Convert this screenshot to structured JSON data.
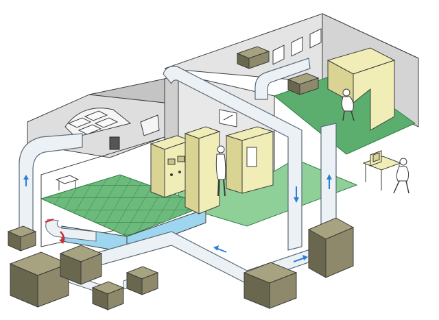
{
  "colors": {
    "background": "#ffffff",
    "wall_light": "#e9e9e9",
    "wall_mid": "#cfcfcf",
    "wall_dark": "#b5b5b5",
    "floor_green": "#5cae6e",
    "floor_green_light": "#8fcf98",
    "floor_edge": "#2f7a44",
    "water_blue": "#9fd6ef",
    "duct_face": "#ecf1f6",
    "duct_side": "#c7d6e3",
    "duct_outline": "#5a6a78",
    "equipment_olive": "#8d896a",
    "equipment_olive_dark": "#6a674f",
    "machine_cream": "#f1edb6",
    "machine_cream_dark": "#d9d394",
    "arrow_blue": "#2a7fd4",
    "arrow_red": "#cc2d2d",
    "outline": "#3b3b3b"
  },
  "icons": {
    "airflow_up": "arrow-up-icon",
    "airflow_down": "arrow-down-icon",
    "airflow_left": "arrow-left-icon",
    "airflow_right": "arrow-right-icon",
    "return_air": "curved-arrow-icon"
  },
  "diagram": {
    "rooms": [
      "cleanroom-grid-floor",
      "gowning-corridor",
      "office-room"
    ],
    "air_handling_units": 7,
    "ducts": 5,
    "workers": 3
  }
}
